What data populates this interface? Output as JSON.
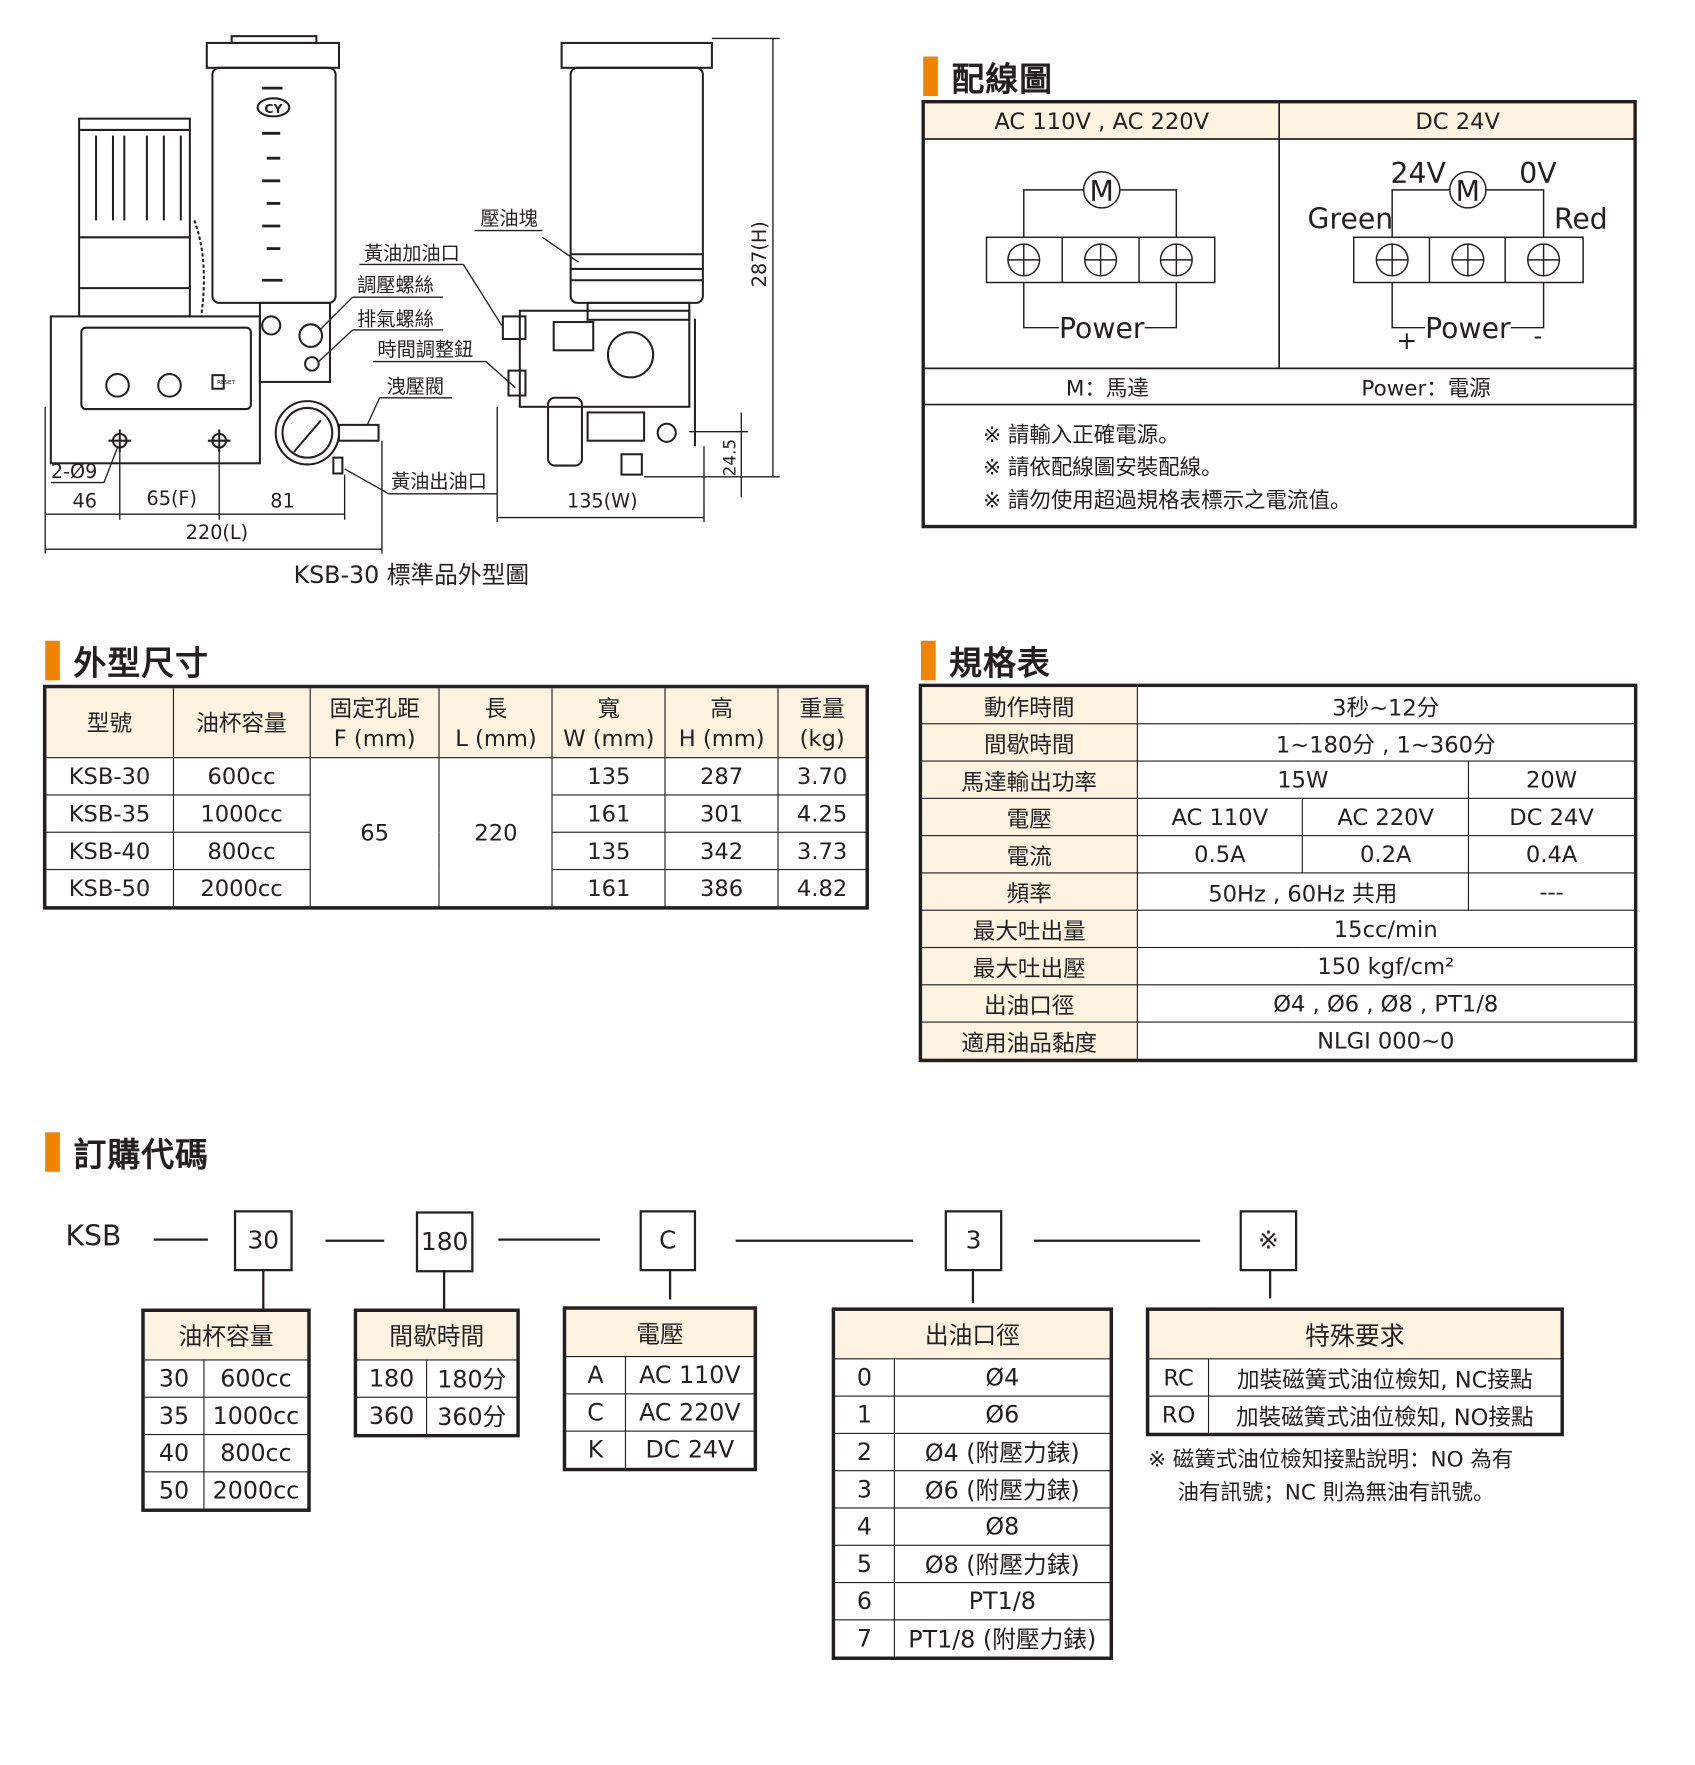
{
  "drawing": {
    "labels": {
      "pressure_block": "壓油塊",
      "grease_inlet": "黃油加油口",
      "pressure_screw": "調壓螺絲",
      "vent_screw": "排氣螺絲",
      "timer_knob": "時間調整鈕",
      "relief_valve": "洩壓閥",
      "grease_outlet": "黃油出油口"
    },
    "dimensions": {
      "holes": "2-Ø9",
      "d46": "46",
      "f": "65(F)",
      "d81": "81",
      "l": "220(L)",
      "w": "135(W)",
      "h": "287(H)",
      "d245": "24.5"
    },
    "logo": "CY",
    "panel": {
      "reset": "RESET"
    },
    "caption": "KSB-30 標準品外型圖"
  },
  "wiring": {
    "title": "配線圖",
    "col_ac": "AC 110V , AC 220V",
    "col_dc": "DC 24V",
    "motor": "M",
    "power": "Power",
    "v24": "24V",
    "v0": "0V",
    "green": "Green",
    "red": "Red",
    "plus": "+",
    "minus": "-",
    "legend_m": "M：馬達",
    "legend_power": "Power：電源",
    "notes": [
      "※ 請輸入正確電源。",
      "※ 請依配線圖安裝配線。",
      "※ 請勿使用超過規格表標示之電流值。"
    ]
  },
  "dims": {
    "title": "外型尺寸",
    "headers": [
      "型號",
      "油杯容量",
      "固定孔距",
      "F (mm)",
      "長",
      "L (mm)",
      "寬",
      "W (mm)",
      "高",
      "H (mm)",
      "重量",
      "(kg)"
    ],
    "f": "65",
    "l": "220",
    "rows": [
      {
        "model": "KSB-30",
        "cap": "600cc",
        "w": "135",
        "h": "287",
        "kg": "3.70"
      },
      {
        "model": "KSB-35",
        "cap": "1000cc",
        "w": "161",
        "h": "301",
        "kg": "4.25"
      },
      {
        "model": "KSB-40",
        "cap": "800cc",
        "w": "135",
        "h": "342",
        "kg": "3.73"
      },
      {
        "model": "KSB-50",
        "cap": "2000cc",
        "w": "161",
        "h": "386",
        "kg": "4.82"
      }
    ]
  },
  "spec": {
    "title": "規格表",
    "op_time": [
      "動作時間",
      "3秒~12分"
    ],
    "interval": [
      "間歇時間",
      "1~180分 , 1~360分"
    ],
    "power": [
      "馬達輸出功率",
      "15W",
      "20W"
    ],
    "voltage": [
      "電壓",
      "AC 110V",
      "AC 220V",
      "DC 24V"
    ],
    "current": [
      "電流",
      "0.5A",
      "0.2A",
      "0.4A"
    ],
    "freq": [
      "頻率",
      "50Hz , 60Hz 共用",
      "---"
    ],
    "max_out": [
      "最大吐出量",
      "15cc/min"
    ],
    "max_press": [
      "最大吐出壓",
      "150 kgf/cm²"
    ],
    "outlet": [
      "出油口徑",
      "Ø4 , Ø6 , Ø8 , PT1/8"
    ],
    "viscosity": [
      "適用油品黏度",
      "NLGI 000~0"
    ]
  },
  "order": {
    "title": "訂購代碼",
    "prefix": "KSB",
    "codes": [
      "30",
      "180",
      "C",
      "3",
      "※"
    ],
    "capacity": {
      "title": "油杯容量",
      "rows": [
        [
          "30",
          "600cc"
        ],
        [
          "35",
          "1000cc"
        ],
        [
          "40",
          "800cc"
        ],
        [
          "50",
          "2000cc"
        ]
      ]
    },
    "interval": {
      "title": "間歇時間",
      "rows": [
        [
          "180",
          "180分"
        ],
        [
          "360",
          "360分"
        ]
      ]
    },
    "voltage": {
      "title": "電壓",
      "rows": [
        [
          "A",
          "AC 110V"
        ],
        [
          "C",
          "AC 220V"
        ],
        [
          "K",
          "DC 24V"
        ]
      ]
    },
    "outlet": {
      "title": "出油口徑",
      "rows": [
        [
          "0",
          "Ø4"
        ],
        [
          "1",
          "Ø6"
        ],
        [
          "2",
          "Ø4 (附壓力錶)"
        ],
        [
          "3",
          "Ø6 (附壓力錶)"
        ],
        [
          "4",
          "Ø8"
        ],
        [
          "5",
          "Ø8 (附壓力錶)"
        ],
        [
          "6",
          "PT1/8"
        ],
        [
          "7",
          "PT1/8 (附壓力錶)"
        ]
      ]
    },
    "special": {
      "title": "特殊要求",
      "rows": [
        [
          "RC",
          "加裝磁簧式油位檢知, NC接點"
        ],
        [
          "RO",
          "加裝磁簧式油位檢知, NO接點"
        ]
      ]
    },
    "note": [
      "※ 磁簧式油位檢知接點說明：NO 為有",
      "油有訊號；NC 則為無油有訊號。"
    ]
  }
}
